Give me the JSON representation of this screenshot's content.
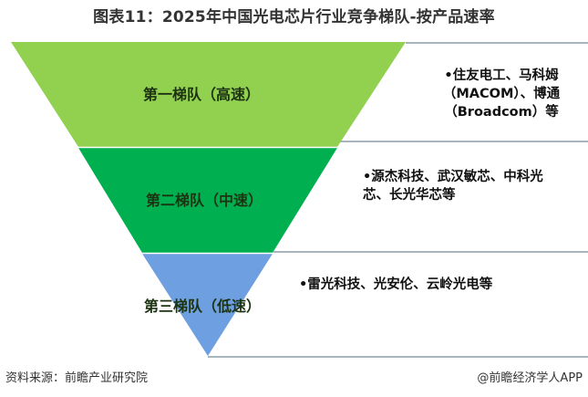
{
  "title": "图表11：2025年中国光电芯片行业竞争梯队-按产品速率",
  "colors": {
    "tier1": "#92d050",
    "tier2": "#00b050",
    "tier3": "#6e9fe0",
    "guide_line": "#8a9ea6"
  },
  "tiers": [
    {
      "label": "第一梯队（高速）",
      "companies_lines": [
        "•住友电工、马科姆",
        "（MACOM）、博通",
        "（Broadcom）等"
      ]
    },
    {
      "label": "第二梯队（中速）",
      "companies_lines": [
        "•源杰科技、武汉敏芯、中科光",
        "芯、长光华芯等"
      ]
    },
    {
      "label": "第三梯队（低速）",
      "companies_lines": [
        "•雷光科技、光安伦、云岭光电等"
      ]
    }
  ],
  "footer": {
    "source": "资料来源：前瞻产业研究院",
    "credit": "@前瞻经济学人APP"
  }
}
